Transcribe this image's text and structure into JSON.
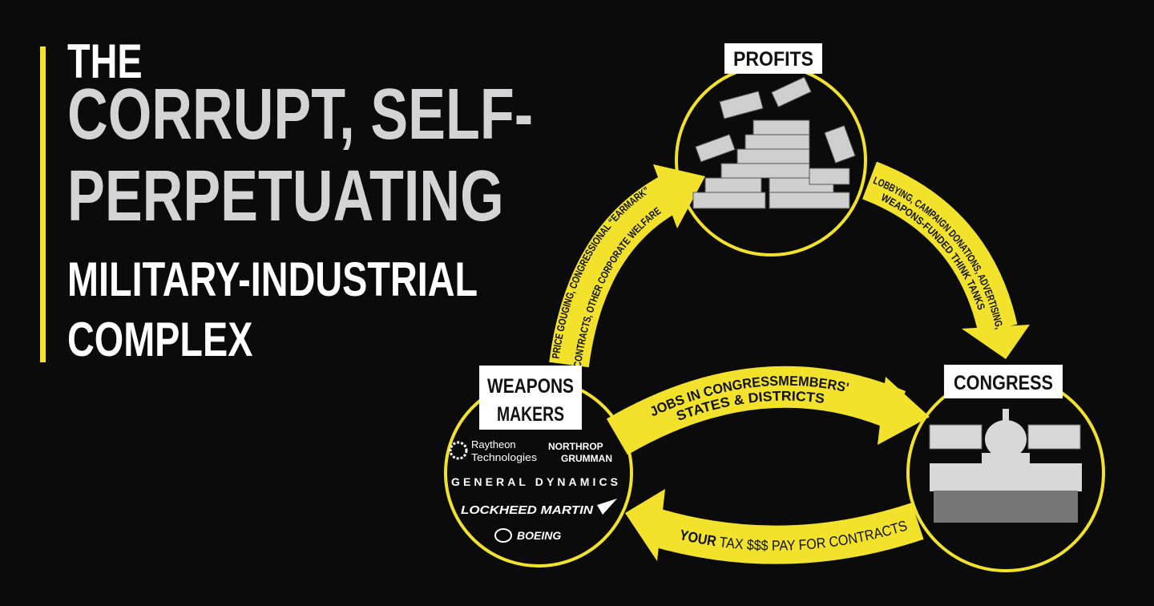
{
  "title": {
    "line1": "THE",
    "line2": "CORRUPT, SELF-",
    "line3": "PERPETUATING",
    "line4": "MILITARY-INDUSTRIAL",
    "line5": "COMPLEX"
  },
  "nodes": {
    "profits": "PROFITS",
    "weapons_line1": "WEAPONS",
    "weapons_line2": "MAKERS",
    "congress": "CONGRESS"
  },
  "arrows": {
    "weapons_to_profits_line1": "PRICE GOUGING, CONGRESSIONAL “EARMARK”",
    "weapons_to_profits_line2": "CONTRACTS, OTHER CORPORATE WELFARE",
    "profits_to_congress_line1": "LOBBYING, CAMPAIGN DONATIONS, ADVERTISING,",
    "profits_to_congress_line2": "WEAPONS-FUNDED THINK TANKS",
    "weapons_to_congress_line1": "JOBS IN CONGRESSMEMBERS'",
    "weapons_to_congress_line2": "STATES & DISTRICTS",
    "congress_to_weapons_bold": "YOUR",
    "congress_to_weapons_rest": " TAX $$$ PAY FOR CONTRACTS"
  },
  "companies": {
    "raytheon_1": "Raytheon",
    "raytheon_2": "Technologies",
    "northrop_1": "NORTHROP",
    "northrop_2": "GRUMMAN",
    "general_dynamics": "GENERAL DYNAMICS",
    "lockheed": "LOCKHEED MARTIN",
    "boeing": "BOEING"
  },
  "colors": {
    "accent": "#f2e22c",
    "background": "#0b0b0c"
  }
}
